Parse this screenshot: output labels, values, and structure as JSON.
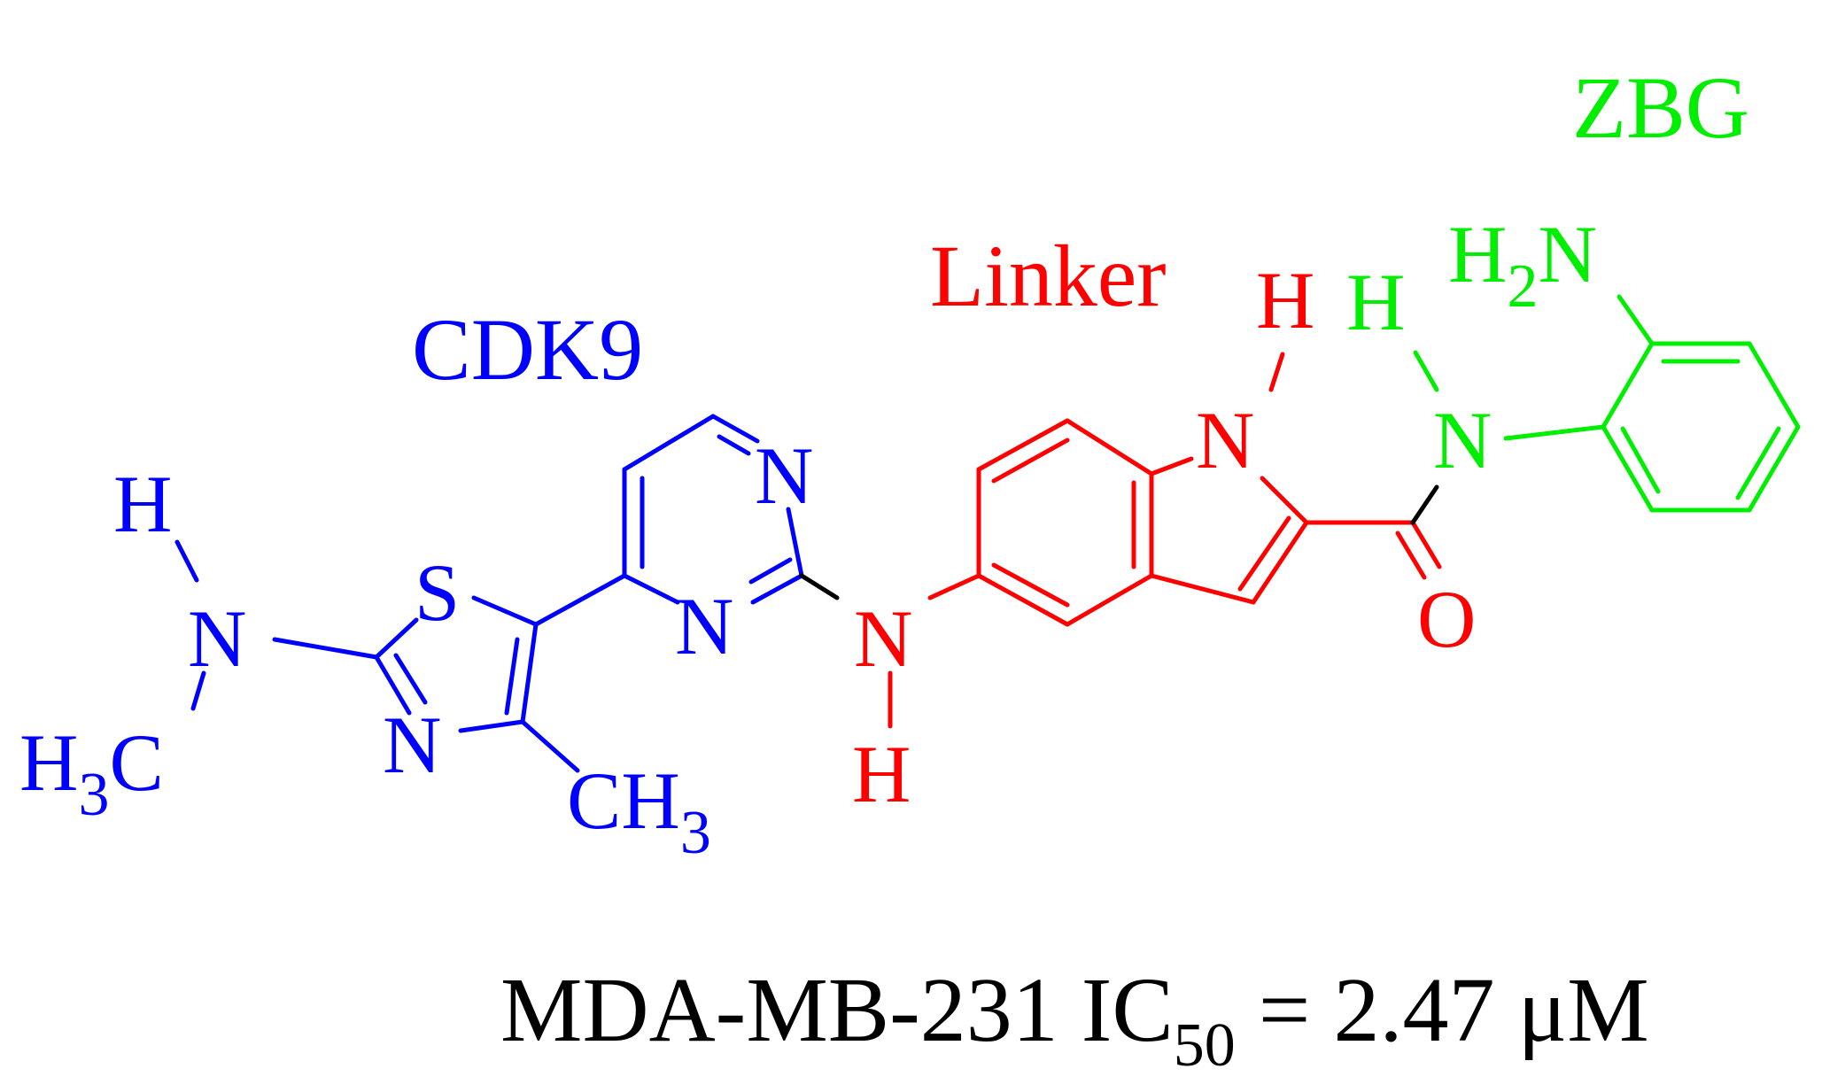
{
  "colors": {
    "cdk9": "#0000ff",
    "linker": "#ff0000",
    "zbg": "#00ee00",
    "neutral": "#000000"
  },
  "segments": {
    "cdk9": "CDK9",
    "linker": "Linker",
    "zbg": "ZBG"
  },
  "atoms": {
    "H_nhme": "H",
    "N_nhme": "N",
    "H3C_left_H": "H",
    "H3C_left_sub": "3",
    "H3C_left_C": "C",
    "S_thiazole": "S",
    "N_thiazole": "N",
    "CH3_right_C": "CH",
    "CH3_right_sub": "3",
    "N_pyr_top": "N",
    "N_pyr_bottom": "N",
    "N_amine": "N",
    "H_amine": "H",
    "N_indole": "N",
    "H_indole": "H",
    "O_carbonyl": "O",
    "H_amide": "H",
    "N_amide": "N",
    "H2N_H": "H",
    "H2N_sub": "2",
    "H2N_N": "N"
  },
  "activity": {
    "prefix": "MDA-MB-231 IC",
    "subscript": "50",
    "suffix": " = 2.47 μM"
  }
}
